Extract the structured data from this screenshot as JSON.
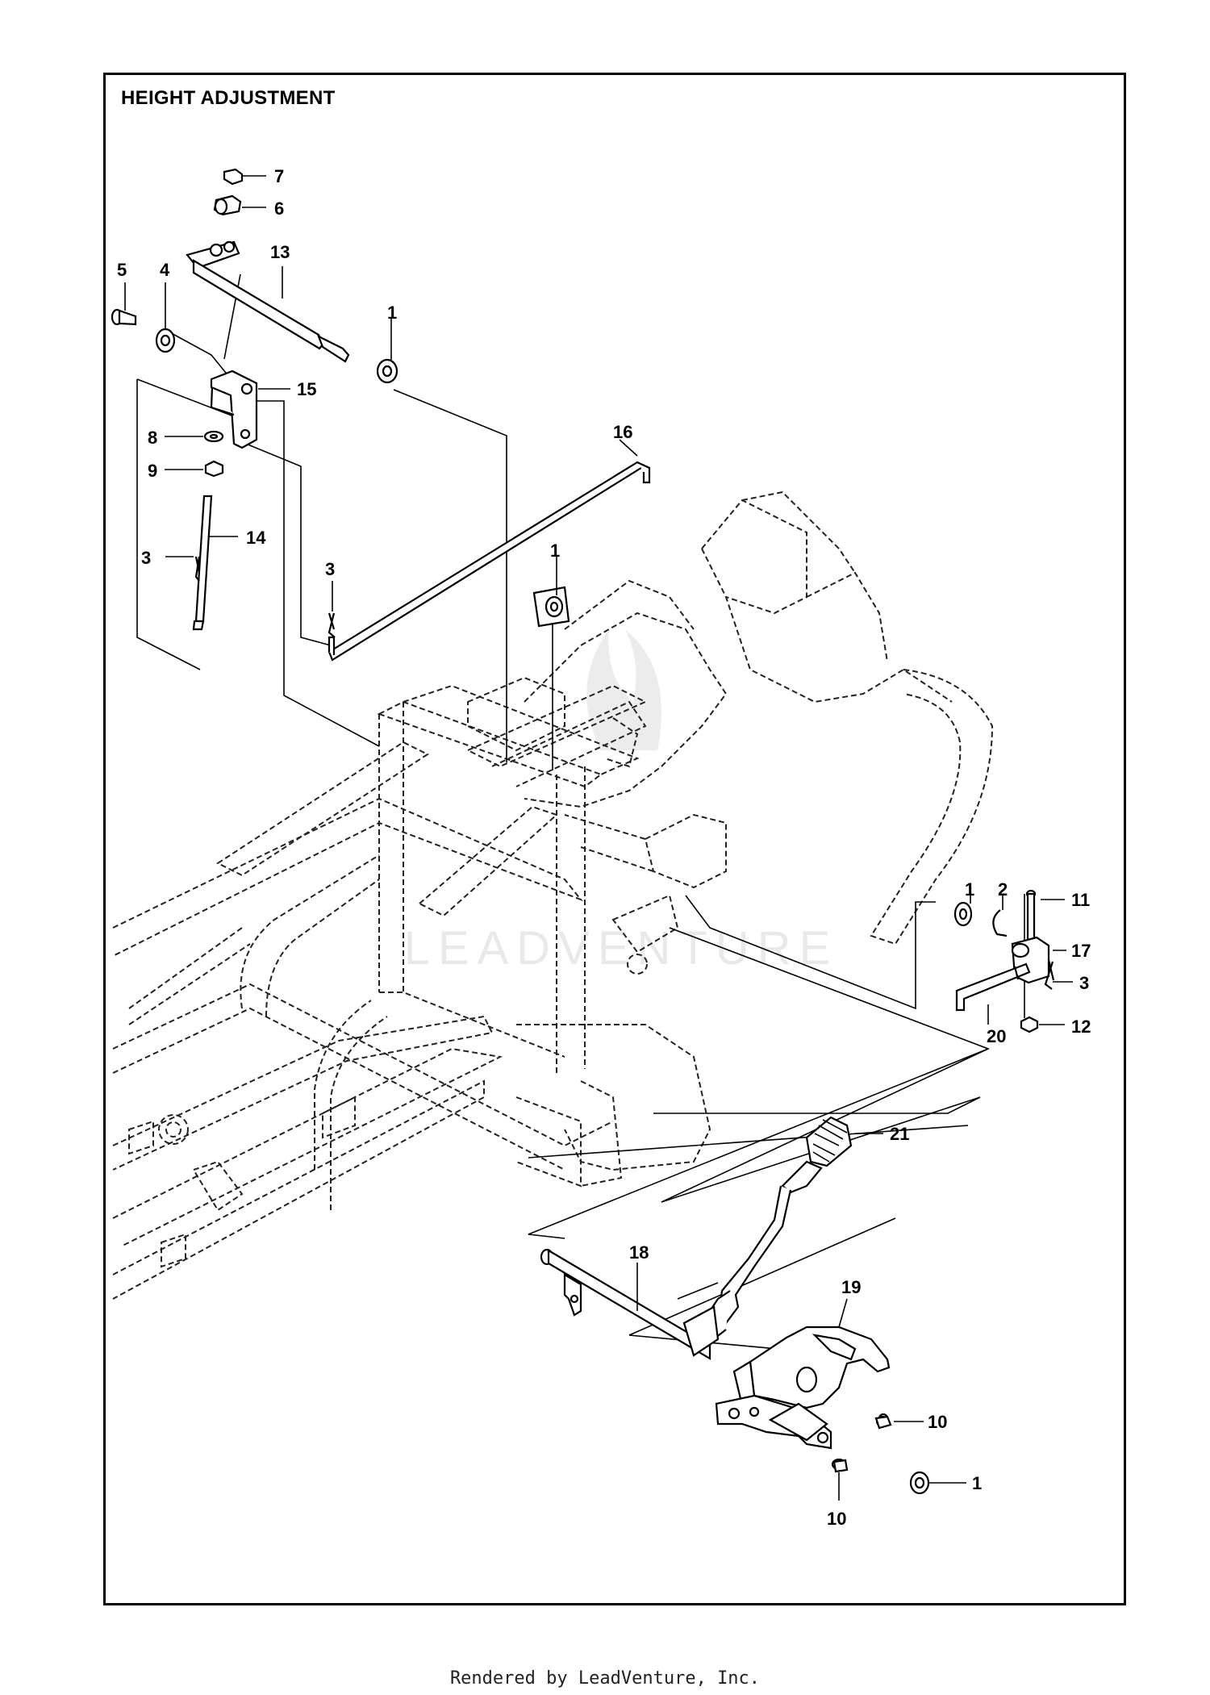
{
  "diagram": {
    "title": "HEIGHT ADJUSTMENT",
    "callouts": [
      "7",
      "6",
      "13",
      "5",
      "4",
      "1",
      "15",
      "16",
      "8",
      "9",
      "14",
      "3",
      "3",
      "1",
      "1",
      "2",
      "11",
      "17",
      "3",
      "20",
      "12",
      "21",
      "18",
      "19",
      "10",
      "1",
      "10"
    ]
  },
  "footer": {
    "text": "Rendered by LeadVenture, Inc."
  },
  "watermark": {
    "text": "LEADVENTURE"
  }
}
